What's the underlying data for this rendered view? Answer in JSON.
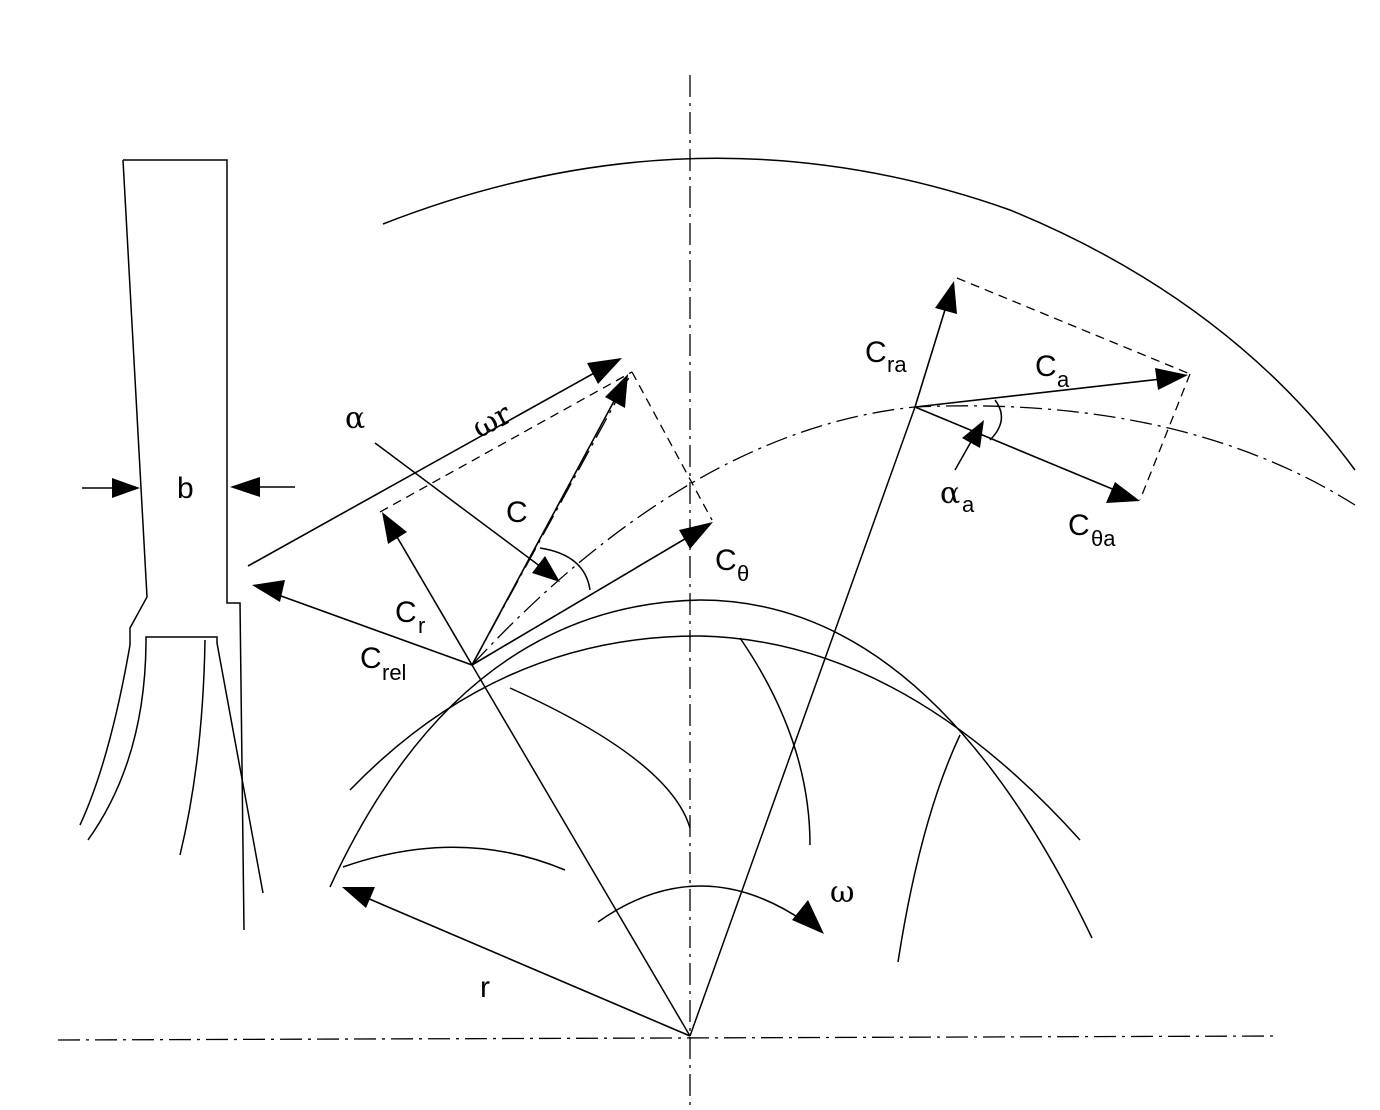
{
  "labels": {
    "b": "b",
    "omega_r": "ωr",
    "alpha": "α",
    "C": "C",
    "C_theta_main": "C",
    "C_theta_sub": "θ",
    "C_r_main": "C",
    "C_r_sub": "r",
    "C_rel_main": "C",
    "C_rel_sub": "rel",
    "C_ra_main": "C",
    "C_ra_sub": "ra",
    "C_a_main": "C",
    "C_a_sub": "a",
    "alpha_a_main": "α",
    "alpha_a_sub": "a",
    "C_theta_a_main": "C",
    "C_theta_a_sub": "θa",
    "omega": "ω",
    "r": "r"
  },
  "icons": {
    "arrow": "filled-triangle-arrowhead"
  },
  "colors": {
    "ink": "#000000",
    "paper": "#ffffff"
  }
}
